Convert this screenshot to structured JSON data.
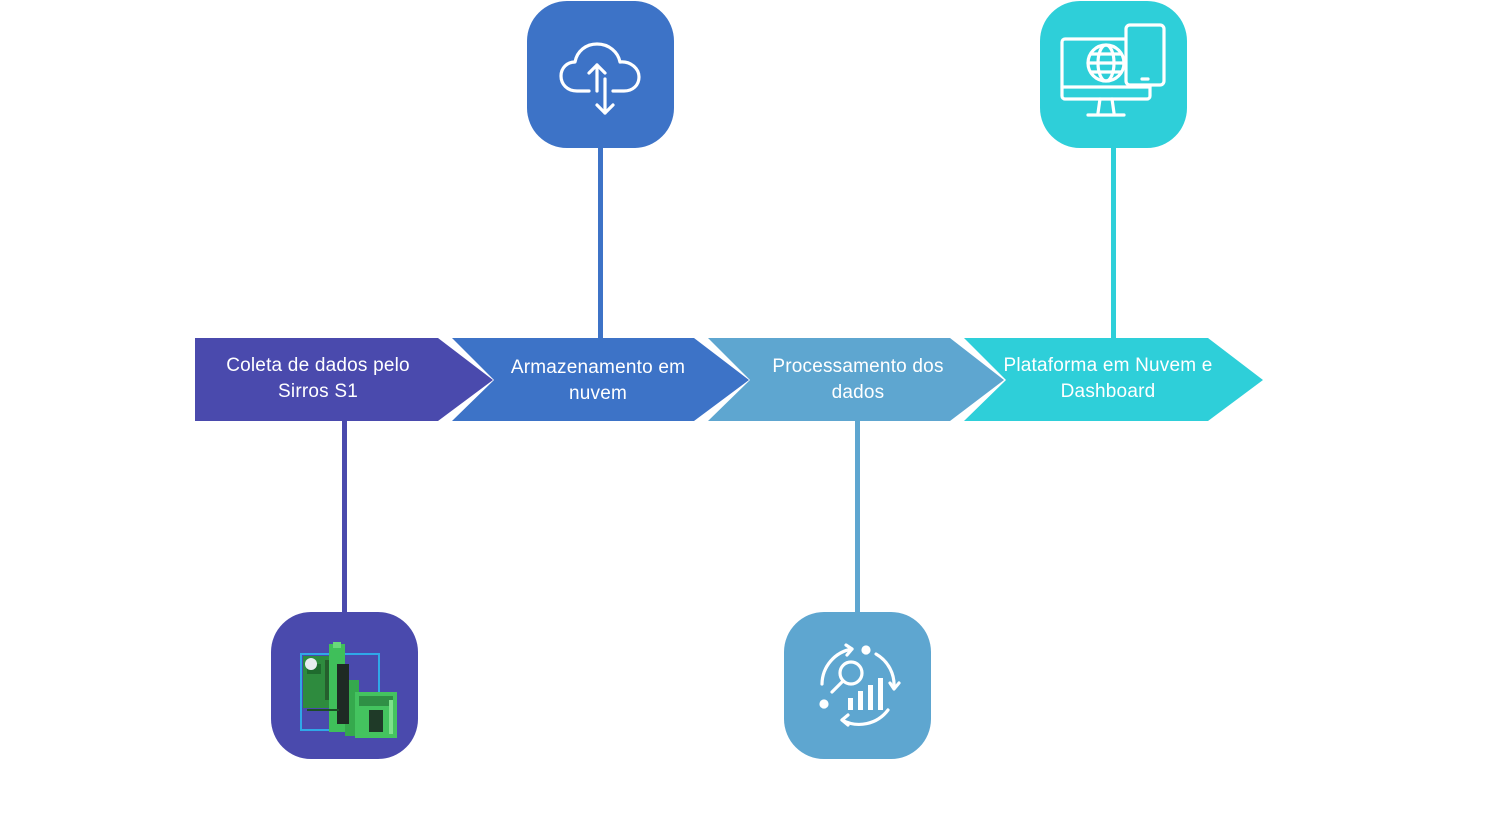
{
  "colors": {
    "step1": "#4a4aad",
    "step2": "#3d73c7",
    "step3": "#5ea6d0",
    "step4": "#2ecfd9"
  },
  "steps": [
    {
      "label": "Coleta de dados  pelo\nSirros S1",
      "icon": "sirros-s1-device-icon"
    },
    {
      "label": "Armazenamento em\nnuvem",
      "icon": "cloud-sync-icon"
    },
    {
      "label": "Processamento dos\ndados",
      "icon": "data-analytics-icon"
    },
    {
      "label": "Plataforma em Nuvem e\nDashboard",
      "icon": "monitor-tablet-globe-icon"
    }
  ]
}
